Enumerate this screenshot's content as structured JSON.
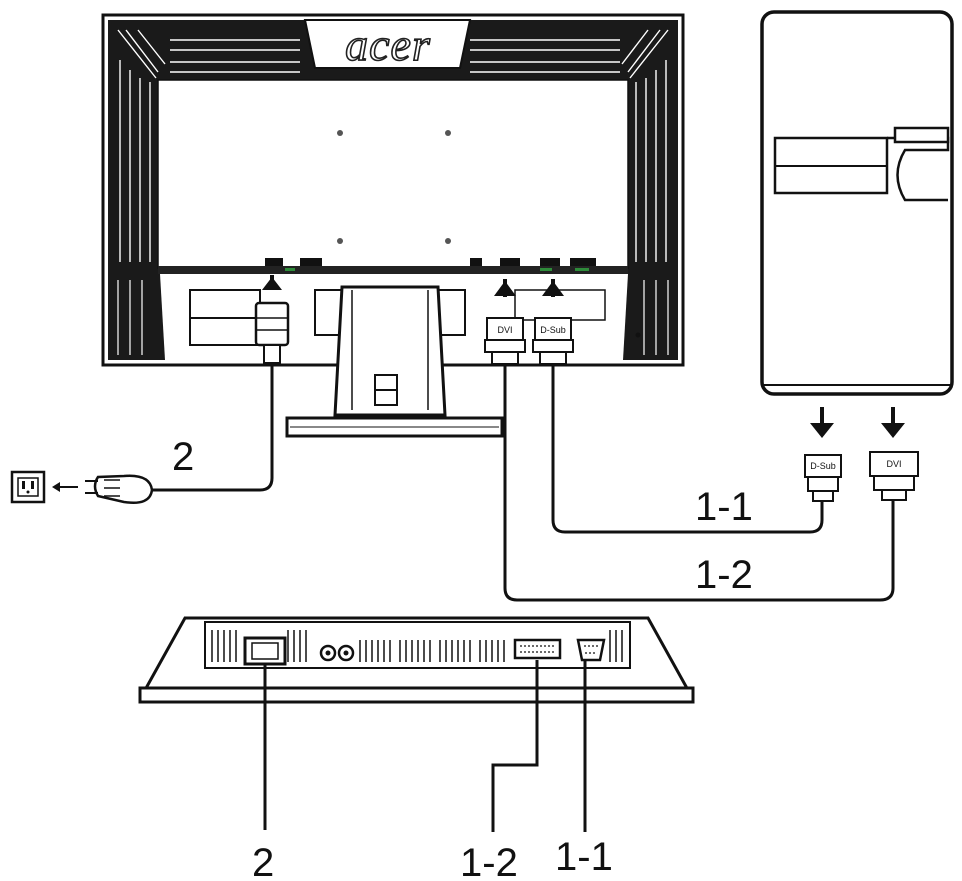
{
  "monitor": {
    "brand_logo": "acer"
  },
  "ports": {
    "monitor_dvi": "DVI",
    "monitor_dsub": "D-Sub",
    "pc_dsub": "D-Sub",
    "pc_dvi": "DVI"
  },
  "callouts": {
    "power_top": "2",
    "dsub_cable": "1-1",
    "dvi_cable": "1-2",
    "power_bottom": "2",
    "dvi_bottom": "1-2",
    "dsub_bottom": "1-1"
  },
  "colors": {
    "line": "#111111",
    "background": "#ffffff",
    "accent_green": "#2e8b3a"
  }
}
